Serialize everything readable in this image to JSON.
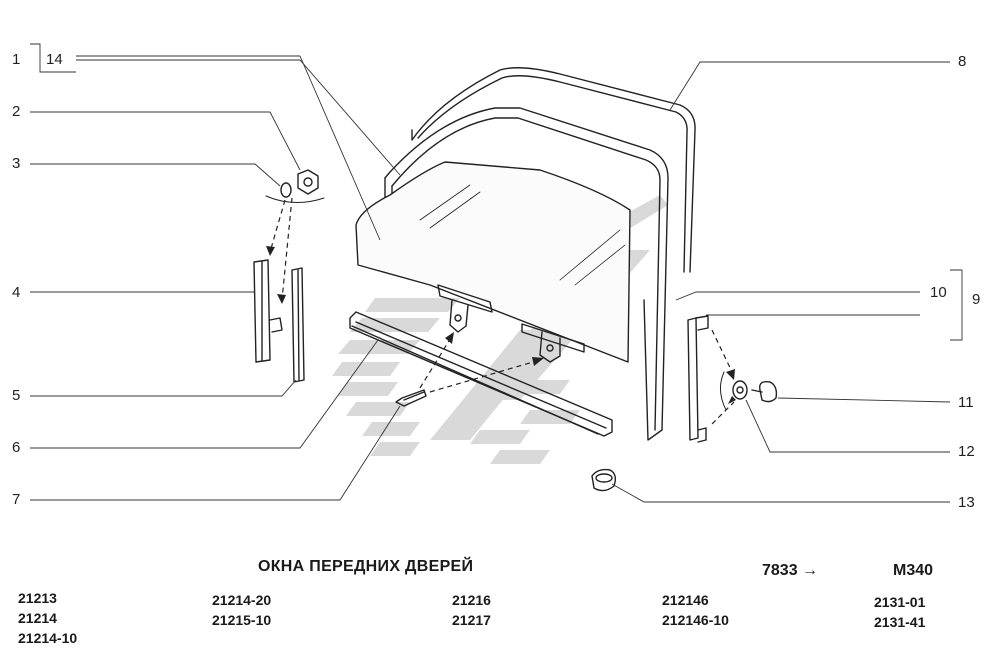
{
  "callouts": {
    "c1": "1",
    "c2": "2",
    "c3": "3",
    "c4": "4",
    "c5": "5",
    "c6": "6",
    "c7": "7",
    "c8": "8",
    "c9": "9",
    "c10": "10",
    "c11": "11",
    "c12": "12",
    "c13": "13",
    "c14": "14"
  },
  "footer": {
    "title": "ОКНА ПЕРЕДНИХ ДВЕРЕЙ",
    "series_number": "7833",
    "series_arrow": "→",
    "code": "М340",
    "models": [
      [
        "21213",
        "21214",
        "21214-10"
      ],
      [
        "21214-20",
        "21215-10"
      ],
      [
        "21216",
        "21217"
      ],
      [
        "212146",
        "212146-10"
      ],
      [
        "2131-01",
        "2131-41"
      ]
    ]
  },
  "colors": {
    "line": "#222222",
    "watermark": "#d6d6d6",
    "glass_fill": "#fbfbfb"
  }
}
